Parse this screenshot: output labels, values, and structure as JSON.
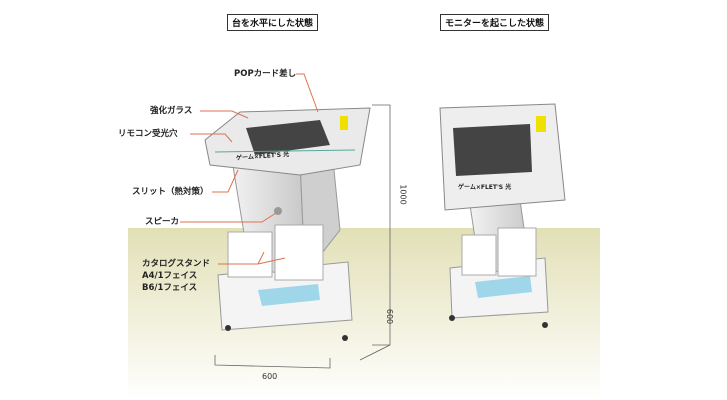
{
  "titles": {
    "left": "台を水平にした状態",
    "right": "モニターを起こした状態"
  },
  "labels": {
    "pop": "POPカード差し",
    "glass": "強化ガラス",
    "remote": "リモコン受光穴",
    "slit": "スリット（熱対策）",
    "speaker": "スピーカ",
    "catalog": "カタログスタンド",
    "a4": "A4/1フェイス",
    "b6": "B6/1フェイス"
  },
  "screen_logo": "ゲーム×FLET'S 光",
  "dimensions": {
    "height": "1000",
    "depth": "600",
    "width": "600"
  },
  "colors": {
    "leader": "#e07050",
    "ground": "#e4e2bc",
    "screen": "#3a3a3a",
    "accent": "#f0e000"
  }
}
